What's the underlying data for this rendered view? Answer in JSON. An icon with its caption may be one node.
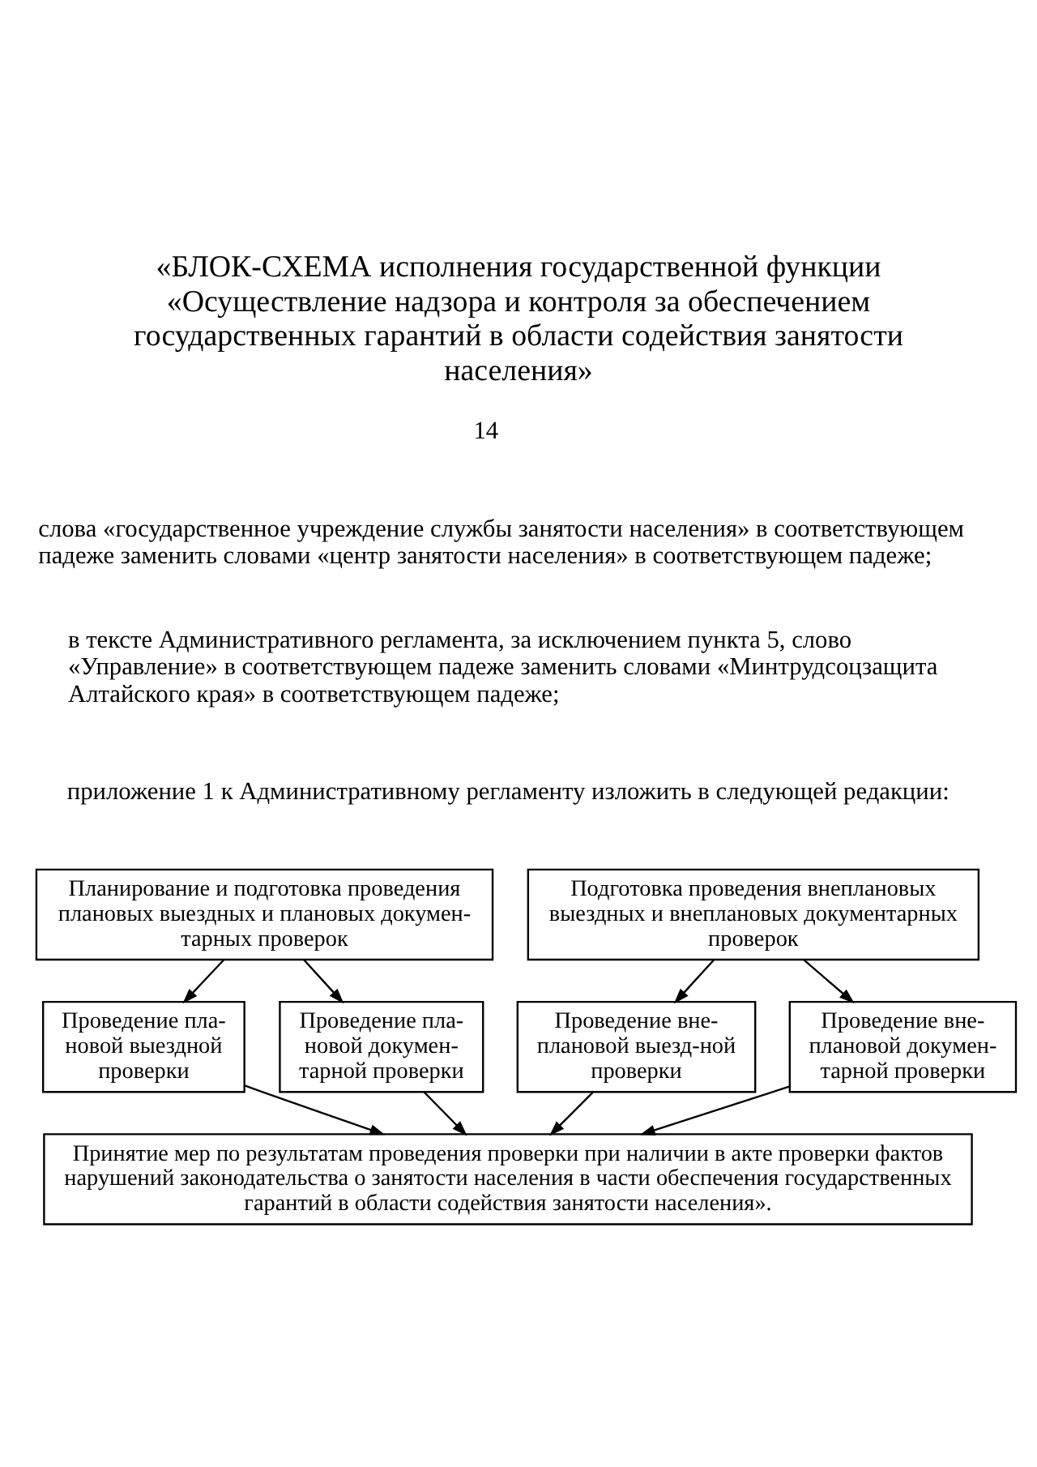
{
  "diagram": {
    "title": "«БЛОК-СХЕМА исполнения государственной функции «Осуществление надзора и контроля за обеспечением государственных гарантий в области содействия занятости населения»",
    "nodes": [
      {
        "text": [
          "Планирование и подготовка проведения плановых выездных и плановых докумен-тарных проверок"
        ]
      },
      {
        "text": [
          "Подготовка проведения внеплановых выездных и внеплановых документарных проверок"
        ]
      },
      {
        "text": [
          "Проведение пла-новой выездной проверки"
        ]
      },
      {
        "text": [
          "Проведение пла-новой докумен-тарной проверки"
        ]
      },
      {
        "text": [
          "Проведение вне-плановой выезд-ной проверки"
        ]
      },
      {
        "text": [
          "Проведение вне-плановой докумен-тарной проверки"
        ]
      },
      {
        "text": [
          "Принятие мер по результатам проведения проверки при наличии в акте проверки фактов нарушений законодательства о занятости населения в части обеспечения государственных гарантий в области содействия занятости населения»."
        ]
      }
    ],
    "edges": [
      {
        "from": 0,
        "to": 2,
        "arrow": "to"
      },
      {
        "from": 0,
        "to": 3,
        "arrow": "to"
      },
      {
        "from": 1,
        "to": 4,
        "arrow": "to"
      },
      {
        "from": 1,
        "to": 5,
        "arrow": "to"
      },
      {
        "from": 2,
        "to": 6,
        "arrow": "to"
      },
      {
        "from": 3,
        "to": 6,
        "arrow": "to"
      },
      {
        "from": 4,
        "to": 6,
        "arrow": "to"
      },
      {
        "from": 5,
        "to": 6,
        "arrow": "to"
      }
    ],
    "labels": [
      "14",
      "слова «государственное учреждение службы занятости населения» в соответствующем падеже заменить словами «центр занятости населения» в соответствующем падеже;",
      "в тексте Административного регламента, за исключением пункта 5, слово «Управление» в соответствующем падеже заменить словами «Минтрудсоцзащита Алтайского края» в соответствующем падеже;",
      "приложение 1 к Административному регламенту изложить в следующей редакции:"
    ]
  }
}
